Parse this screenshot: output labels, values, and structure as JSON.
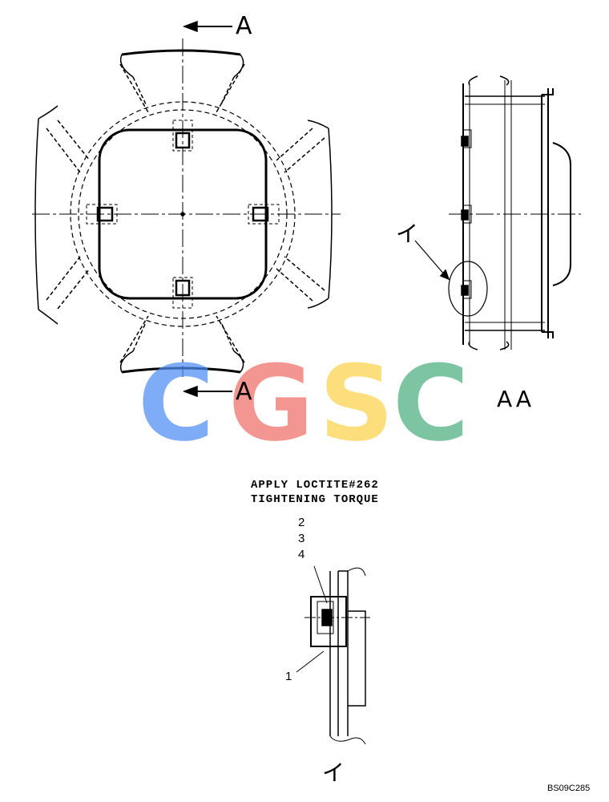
{
  "section_arrow_top": "A",
  "section_arrow_bottom": "A",
  "section_view_label": "AA",
  "detail_marker_side": "イ",
  "detail_marker_bottom": "イ",
  "note_line1": "APPLY LOCTITE#262",
  "note_line2": "TIGHTENING TORQUE",
  "callouts": {
    "c1": "1",
    "c2": "2",
    "c3": "3",
    "c4": "4"
  },
  "drawing_code": "BS09C285",
  "watermark": {
    "letters": [
      "C",
      "G",
      "S",
      "C"
    ],
    "colors": [
      "#4f8df5",
      "#ef6f67",
      "#fbd24a",
      "#4cae7f"
    ]
  }
}
